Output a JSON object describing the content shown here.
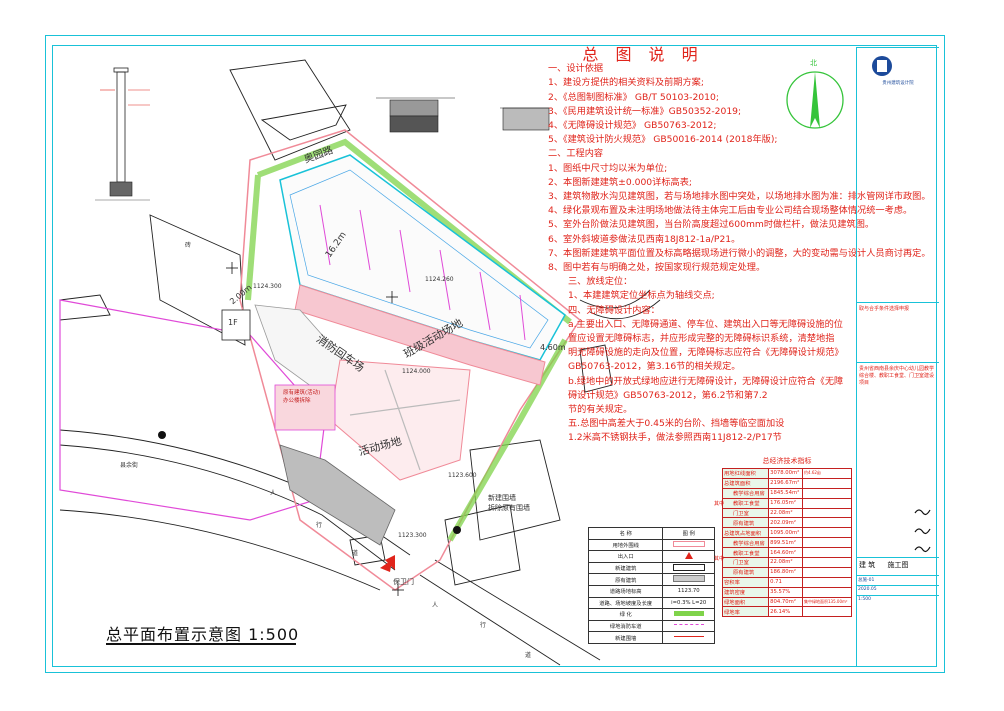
{
  "notes": {
    "title": "总 图 说 明",
    "lines": [
      "一、设计依据",
      "1、建设方提供的相关资料及前期方案;",
      "2、《总图制图标准》   GB/T 50103-2010;",
      "3、《民用建筑设计统一标准》GB50352-2019;",
      "4、《无障碍设计规范》  GB50763-2012;",
      "5、《建筑设计防火规范》 GB50016-2014 (2018年版);",
      "二、工程内容",
      "1、图纸中尺寸均以米为单位;",
      "2、本图新建建筑±0.000详标高表;",
      "3、建筑物散水沟见建筑图，若与场地排水图中突处，以场地排水图为准：排水管网详市政图。",
      "4、绿化景观布置及未注明场地做法待主体完工后由专业公司结合现场整体情况统一考虑。",
      "5、室外台阶做法见建筑图，当台阶高度超过600mm时做栏杆，做法见建筑图。",
      "6、室外斜坡道参做法见西南18J812-1a/P21。",
      "7、本图新建建筑平面位置及标高略据现场进行微小的调整，大的变动需与设计人员商讨再定。",
      "8、图中若有与明确之处，按国家现行规范规定处理。",
      "三、放线定位：",
      "1、本建建筑定位坐标点为轴线交点;",
      "四、无障碍设计内容：",
      "a.主要出入口、无障碍通道、停车位、建筑出入口等无障碍设施的位",
      "置应设置无障碍标志，并应形成完整的无障碍标识系统，清楚地指",
      "明无障碍设施的走向及位置，无障碍标志应符合《无障碍设计规范》",
      "GB50763-2012，第3.16节的相关规定。",
      "b.绿地中的开放式绿地应进行无障碍设计，无障碍设计应符合《无障",
      "碍设计规范》GB50763-2012，第6.2节和第7.2",
      "节的有关规定。",
      "五.总图中高差大于0.45米的台阶、挡墙等临空面加设",
      "1.2米高不锈钢扶手，做法参照西南11J812-2/P17节"
    ]
  },
  "caption": "总平面布置示意图  1:500",
  "north_label": "北",
  "plan_labels": {
    "road_top": "奥园路",
    "road_left": "县余街",
    "fire_yard": "消防回车场",
    "sports_field": "班级活动场地",
    "play_area": "活动场地",
    "new_wall": "新建围墙\n拆除原有围墙",
    "gate": "保卫门",
    "building_1f": "1F",
    "existing": "原有建筑(活动)\n办公楼拆除",
    "sheet": "砖",
    "dim_1": "16.2m",
    "dim_2": "2.00m",
    "dim_3": "4.60m",
    "elev_1": "1124.300",
    "elev_2": "1124.260",
    "elev_3": "1124.000",
    "elev_4": "1123.600",
    "elev_5": "1123.300",
    "road_char_1": "人",
    "road_char_2": "行",
    "road_char_3": "道",
    "road_char_4": "人",
    "road_char_5": "行",
    "road_char_6": "道"
  },
  "legend": {
    "header": [
      "名 称",
      "图 例"
    ],
    "rows": [
      "用地外围线",
      "出入口",
      "新建建筑",
      "原有建筑",
      "道路场地标高",
      "道路、场地坡度及长度",
      "绿 化",
      "绿地消防车道",
      "新建围墙"
    ],
    "elev_sample": "1123.70",
    "slope_sample": "i=0.3%  L=20"
  },
  "econ": {
    "title": "总经济技术指标",
    "rows": [
      {
        "label": "用地红线面积",
        "value": "3078.00m²",
        "extra": "约4.62亩"
      },
      {
        "label": "总建筑面积",
        "value": "2196.67m²",
        "extra": ""
      },
      {
        "label": "教学综合用房",
        "value": "1845.54m²",
        "extra": ""
      },
      {
        "label": "教职工食堂",
        "value": "176.05m²",
        "extra": ""
      },
      {
        "label": "门卫室",
        "value": "22.08m²",
        "extra": ""
      },
      {
        "label": "原有建筑",
        "value": "202.09m²",
        "extra": ""
      },
      {
        "label": "总建筑占地面积",
        "value": "1095.00m²",
        "extra": ""
      },
      {
        "label": "教学综合用房",
        "value": "899.51m²",
        "extra": ""
      },
      {
        "label": "教职工食堂",
        "value": "164.60m²",
        "extra": ""
      },
      {
        "label": "门卫室",
        "value": "22.08m²",
        "extra": ""
      },
      {
        "label": "原有建筑",
        "value": "186.80m²",
        "extra": ""
      },
      {
        "label": "容积率",
        "value": "0.71",
        "extra": ""
      },
      {
        "label": "建筑密度",
        "value": "35.57%",
        "extra": ""
      },
      {
        "label": "绿地面积",
        "value": "804.70m²",
        "extra": "集中绿地面积135.00m²"
      },
      {
        "label": "绿地率",
        "value": "26.14%",
        "extra": ""
      }
    ],
    "group_1": "其中",
    "group_2": "其中"
  },
  "title_block": {
    "company": "贵州建筑设计院",
    "stamp_note": "取与合乎条件选择申报",
    "project_note": "贵州省西南县余庆中心幼儿园教学综合楼、教职工食堂、门卫室建设项目",
    "sheet_type": "建 筑",
    "stage": "施工图",
    "sheet_no": "总施-01",
    "date": "2020.05",
    "scale": "1:500"
  },
  "colors": {
    "frame": "#19c2d8",
    "notes": "#e0241b",
    "green": "#7fd34a",
    "pink": "#f08a98",
    "magenta": "#e04ad8"
  }
}
